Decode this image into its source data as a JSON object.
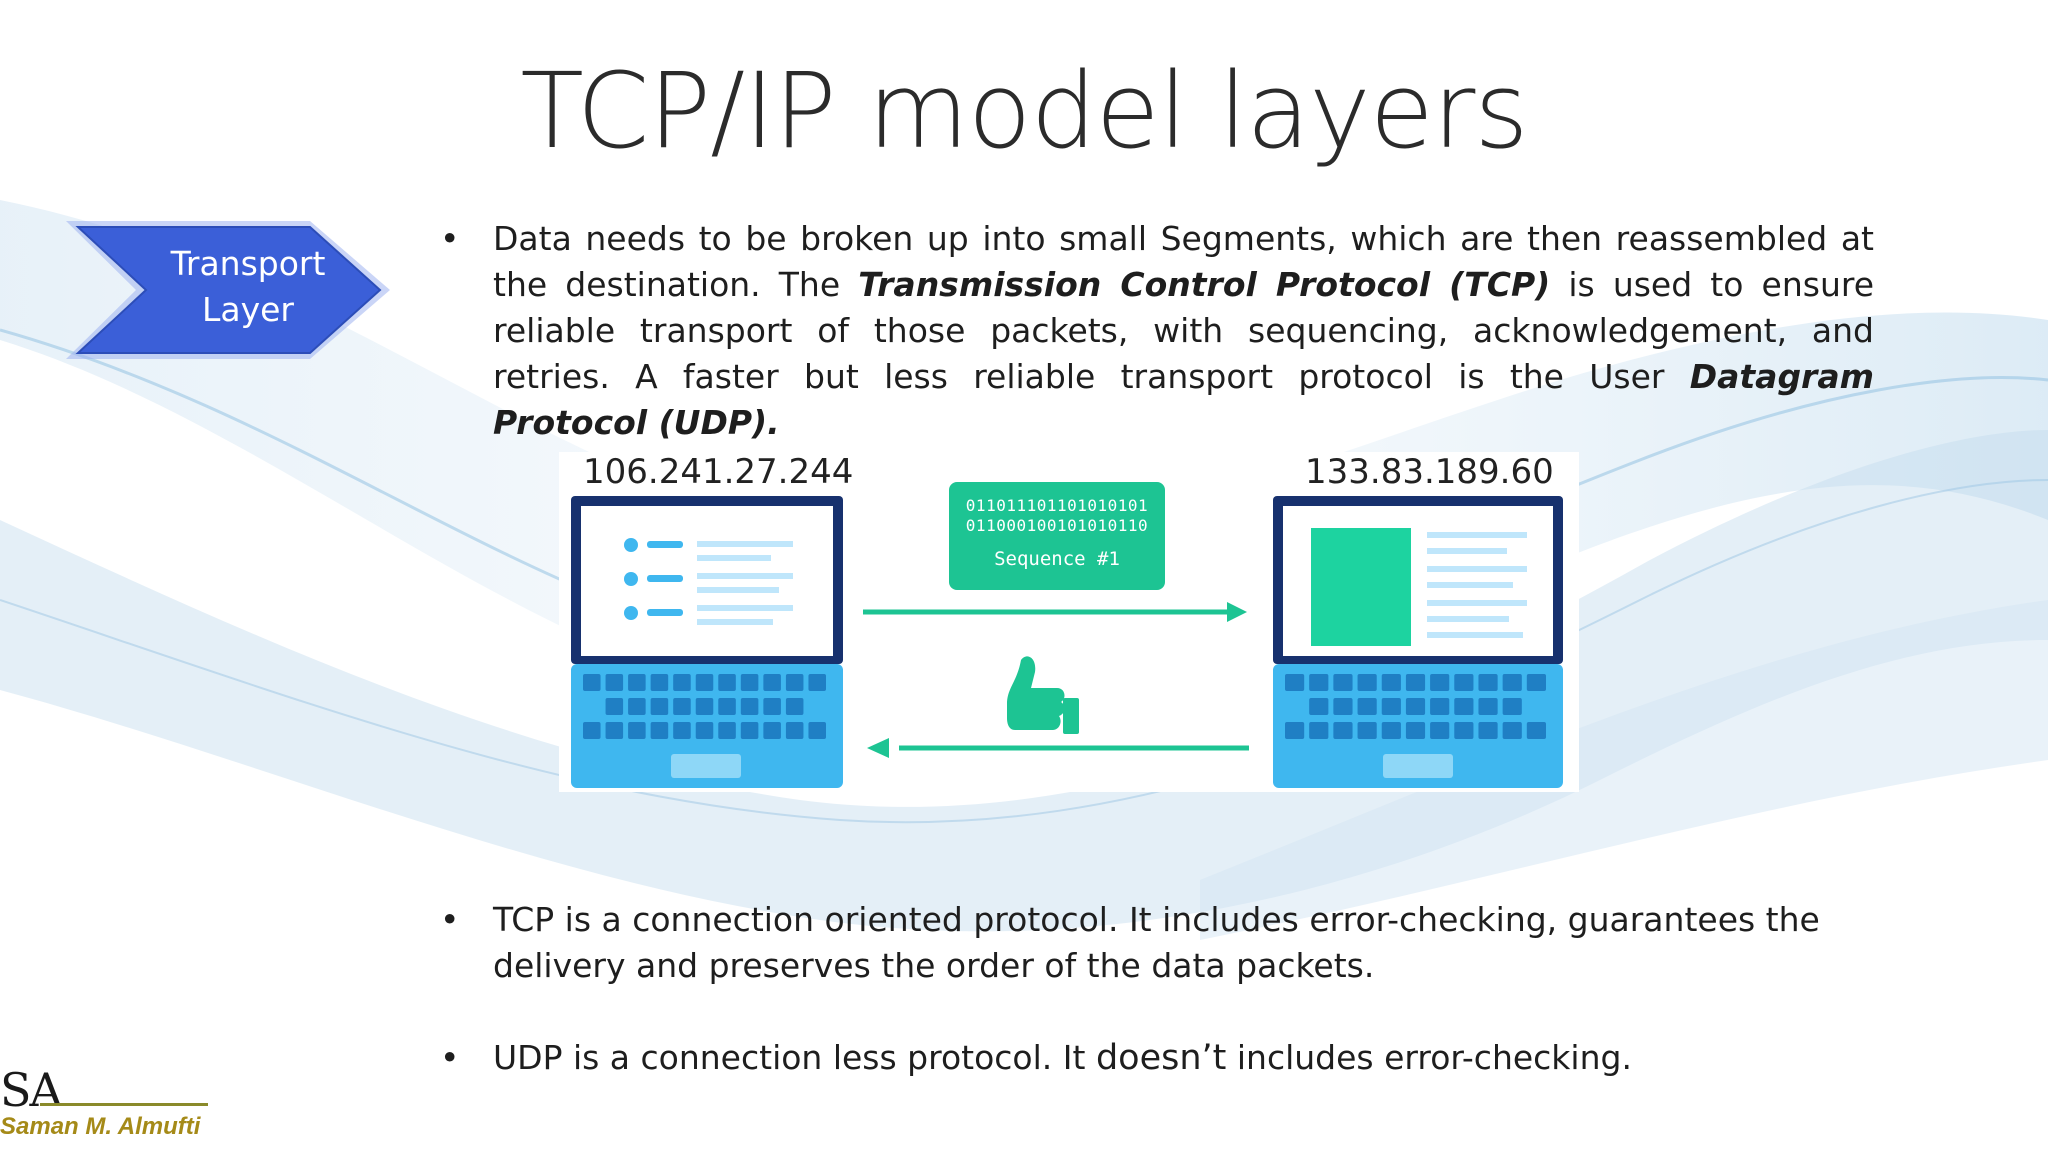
{
  "slide": {
    "title": "TCP/IP model layers",
    "layer_label_line1": "Transport",
    "layer_label_line2": "Layer"
  },
  "bullet1": {
    "part1": "Data needs to be broken up into small Segments, which are then reassembled at the destination. The ",
    "tcp_name": "Transmission Control Protocol (TCP)",
    "part2": " is used to ensure reliable transport of those packets, with sequencing, acknowledgement, and retries. A faster but less reliable transport protocol is the User ",
    "udp_name": "Datagram Protocol (UDP)."
  },
  "diagram": {
    "left_ip": "106.241.27.244",
    "right_ip": "133.83.189.60",
    "bits_line1": "011011101101010101",
    "bits_line2": "011000100101010110",
    "sequence_label": "Sequence #1",
    "accent_color": "#1dc493",
    "laptop_color": "#3fb7ef",
    "icons": [
      "laptop-icon",
      "arrow-right-icon",
      "thumbs-up-icon",
      "arrow-left-icon"
    ]
  },
  "bullet2": {
    "text": "TCP is a connection oriented protocol. It includes error-checking, guarantees the delivery and preserves the order of the data packets."
  },
  "bullet3": {
    "part1": "UDP is a connection less protocol. It ",
    "doesnt": "doesn’t",
    "part2": " includes error-checking."
  },
  "bullet_symbol": "•",
  "logo": {
    "letters": "SA",
    "name": "Saman M. Almufti"
  },
  "colors": {
    "chevron": "#3b5fd8",
    "chevron_glow": "#7d95ec",
    "title": "#2b2b2b",
    "wave": "#a9cde6"
  }
}
